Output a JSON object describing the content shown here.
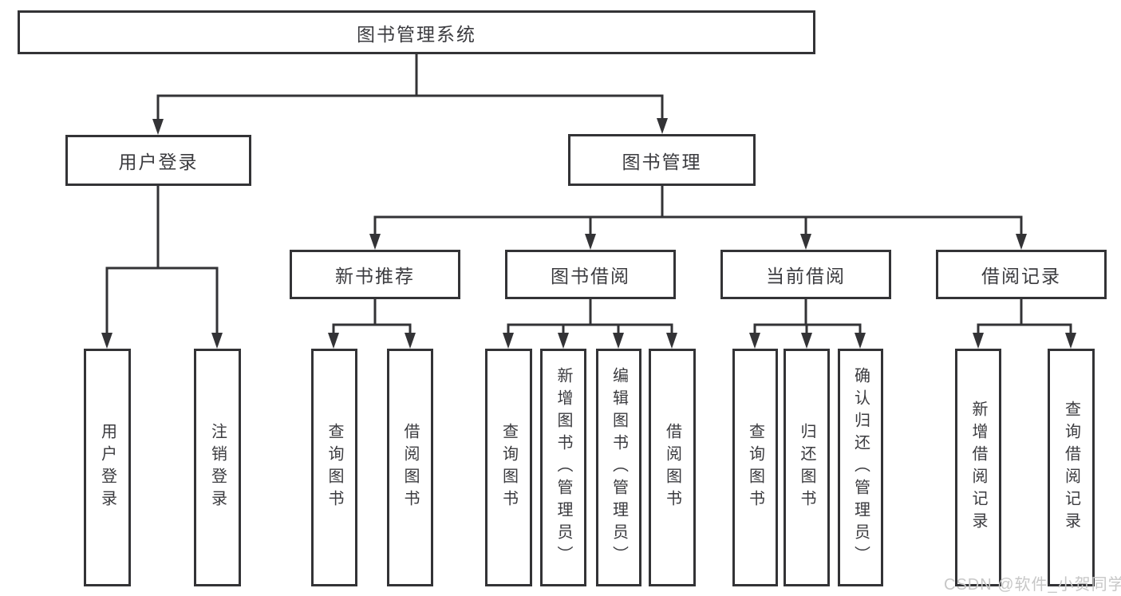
{
  "diagram": {
    "root": {
      "label": "图书管理系统"
    },
    "level2": [
      {
        "label": "用户登录"
      },
      {
        "label": "图书管理"
      }
    ],
    "level3": [
      {
        "label": "新书推荐"
      },
      {
        "label": "图书借阅"
      },
      {
        "label": "当前借阅"
      },
      {
        "label": "借阅记录"
      }
    ],
    "leaves": [
      "用户登录",
      "注销登录",
      "查询图书",
      "借阅图书",
      "查询图书",
      "新增图书（管理员）",
      "编辑图书（管理员）",
      "借阅图书",
      "查询图书",
      "归还图书",
      "确认归还（管理员）",
      "新增借阅记录",
      "查询借阅记录"
    ],
    "colors": {
      "line": "#333336",
      "border": "#333336",
      "text": "#3b3b3f",
      "watermark": "#c7c7c7"
    },
    "watermark": "CSDN @软件_小贺同学"
  }
}
